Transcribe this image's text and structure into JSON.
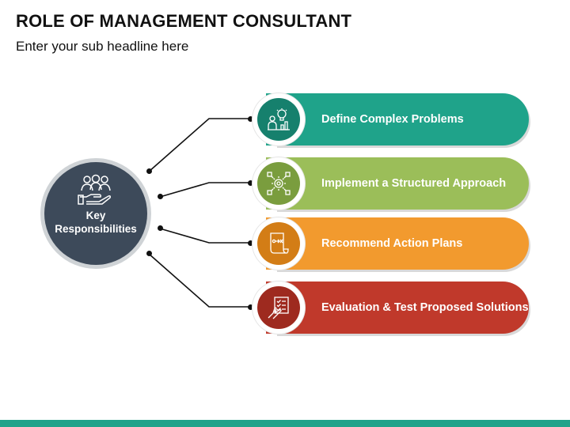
{
  "header": {
    "title": "ROLE OF MANAGEMENT CONSULTANT",
    "subtitle": "Enter your sub headline here"
  },
  "hub": {
    "label_line1": "Key",
    "label_line2": "Responsibilities",
    "icon": "team-hand-icon",
    "color": "#3d4a5a"
  },
  "items": [
    {
      "label": "Define Complex Problems",
      "icon": "idea-chart-icon",
      "color": "#1fa38a",
      "badge_color": "#16806d"
    },
    {
      "label": "Implement a Structured Approach",
      "icon": "gear-network-icon",
      "color": "#9bbe59",
      "badge_color": "#7a9d3e"
    },
    {
      "label": "Recommend Action Plans",
      "icon": "plan-document-icon",
      "color": "#f29a2e",
      "badge_color": "#d37d16"
    },
    {
      "label": "Evaluation & Test Proposed Solutions",
      "icon": "checklist-hand-icon",
      "color": "#c0392b",
      "badge_color": "#9e2a1f"
    }
  ],
  "footer": {
    "color": "#1fa38a"
  }
}
